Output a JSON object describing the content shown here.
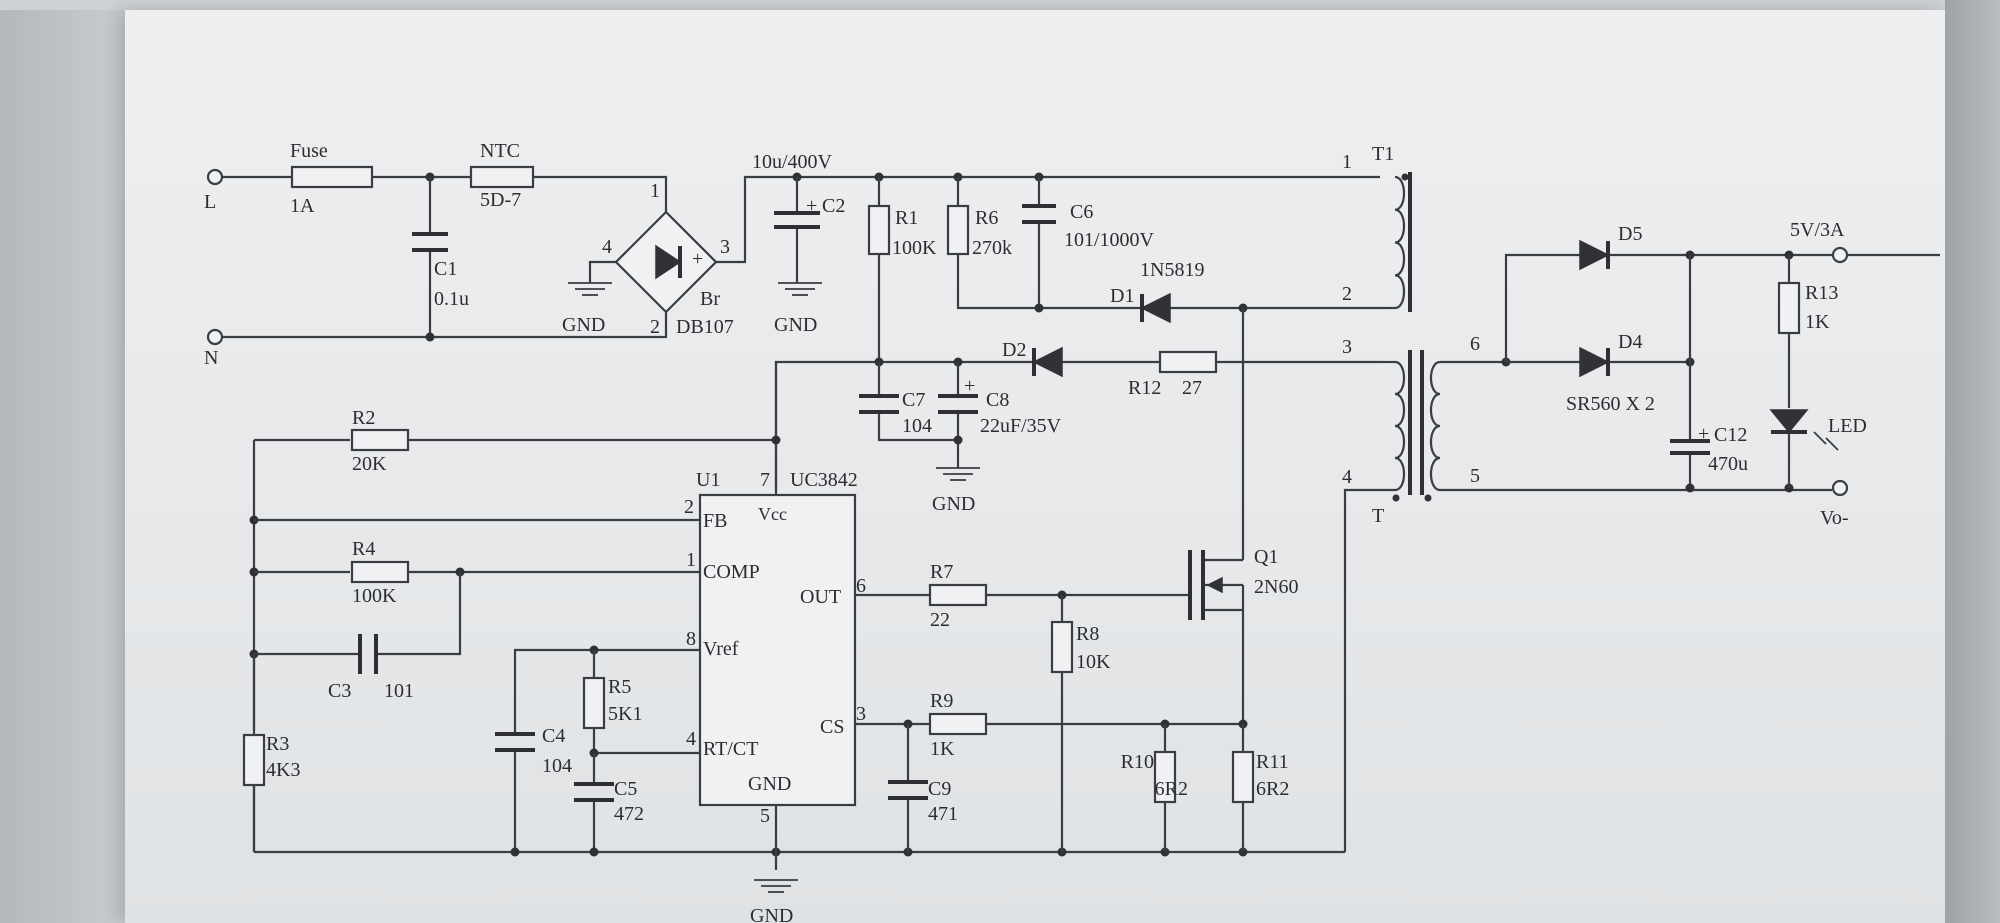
{
  "labels": {
    "terminal_l": "L",
    "terminal_n": "N",
    "fuse": "Fuse",
    "fuse_value": "1A",
    "ntc": "NTC",
    "ntc_value": "5D-7",
    "c1": "C1",
    "c1_value": "0.1u",
    "bridge_pin1": "1",
    "bridge_pin2": "2",
    "bridge_pin3": "3",
    "bridge_pin4": "4",
    "bridge_ref": "Br",
    "bridge_value": "DB107",
    "gnd": "GND",
    "c2_value": "10u/400V",
    "c2": "C2",
    "r1": "R1",
    "r1_value": "100K",
    "r6": "R6",
    "r6_value": "270k",
    "c6": "C6",
    "c6_value": "101/1000V",
    "d1": "D1",
    "d1_value": "1N5819",
    "d2": "D2",
    "r12": "R12",
    "r12_value": "27",
    "c7": "C7",
    "c7_value": "104",
    "c8": "C8",
    "c8_value": "22uF/35V",
    "t1": "T1",
    "t": "T",
    "tp1": "1",
    "tp2": "2",
    "tp3": "3",
    "tp4": "4",
    "tp5": "5",
    "tp6": "6",
    "d5": "D5",
    "d4": "D4",
    "d4_value": "SR560 X 2",
    "out_v": "5V/3A",
    "out_neg": "Vo-",
    "r13": "R13",
    "r13_value": "1K",
    "led": "LED",
    "c12": "C12",
    "c12_value": "470u",
    "plus": "+",
    "r2": "R2",
    "r2_value": "20K",
    "r4": "R4",
    "r4_value": "100K",
    "c3": "C3",
    "c3_value": "101",
    "r3": "R3",
    "r3_value": "4K3",
    "u1": "U1",
    "u1_value": "UC3842",
    "pin_fb": "FB",
    "pin_vcc": "Vcc",
    "pin_comp": "COMP",
    "pin_vref": "Vref",
    "pin_rtct": "RT/CT",
    "pin_gnd": "GND",
    "pin_out": "OUT",
    "pin_cs": "CS",
    "pn2": "2",
    "pn7": "7",
    "pn1": "1",
    "pn8": "8",
    "pn4": "4",
    "pn5": "5",
    "pn6": "6",
    "pn3": "3",
    "r5": "R5",
    "r5_value": "5K1",
    "c4": "C4",
    "c4_value": "104",
    "c5": "C5",
    "c5_value": "472",
    "r7": "R7",
    "r7_value": "22",
    "r8": "R8",
    "r8_value": "10K",
    "r9": "R9",
    "r9_value": "1K",
    "c9": "C9",
    "c9_value": "471",
    "r10": "R10",
    "r10_value": "6R2",
    "r11": "R11",
    "r11_value": "6R2",
    "q1": "Q1",
    "q1_value": "2N60"
  }
}
